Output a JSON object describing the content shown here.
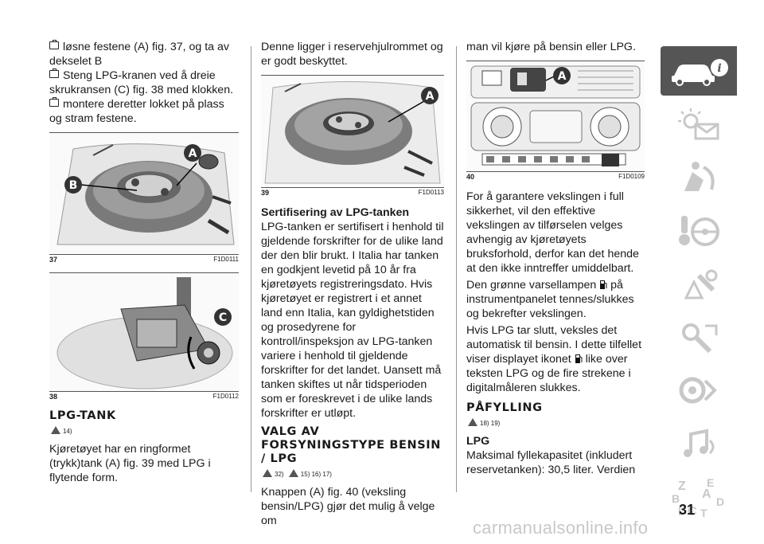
{
  "col1": {
    "steps": [
      "løsne festene (A) fig. 37, og ta av dekselet B",
      "Steng LPG-kranen ved å dreie skrukransen (C) fig. 38 med klokken.",
      "montere deretter lokket på plass og stram festene."
    ],
    "fig37": {
      "num": "37",
      "code": "F1D0111",
      "label_a": "A",
      "label_b": "B"
    },
    "fig38": {
      "num": "38",
      "code": "F1D0112",
      "label_c": "C"
    },
    "heading": "LPG-TANK",
    "warn_ref": "14)",
    "paragraph": "Kjøretøyet har en ringformet (trykk)tank (A) fig. 39 med LPG i flytende form."
  },
  "col2": {
    "intro": "Denne ligger i reservehjulrommet og er godt beskyttet.",
    "fig39": {
      "num": "39",
      "code": "F1D0113",
      "label_a": "A"
    },
    "subheading": "Sertifisering av LPG-tanken",
    "paragraph": "LPG-tanken er sertifisert i henhold til gjeldende forskrifter for de ulike land der den blir brukt. I Italia har tanken en godkjent levetid på 10 år fra kjøretøyets registreringsdato. Hvis kjøretøyet er registrert i et annet land enn Italia, kan gyldighetstiden og prosedyrene for kontroll/inspeksjon av LPG-tanken variere i henhold til gjeldende forskrifter for det landet. Uansett må tanken skiftes ut når tidsperioden som er foreskrevet i de ulike lands forskrifter er utløpt.",
    "heading": "VALG AV FORSYNINGSTYPE BENSIN / LPG",
    "warn_ref_1": "32)",
    "warn_ref_2": "15) 16) 17)",
    "paragraph2": "Knappen (A) fig. 40 (veksling bensin/LPG) gjør det mulig å velge om"
  },
  "col3": {
    "intro": "man vil kjøre på bensin eller LPG.",
    "fig40": {
      "num": "40",
      "code": "F1D0109",
      "label_a": "A"
    },
    "p1": "For å garantere vekslingen i full sikkerhet, vil den effektive vekslingen av tilførselen velges avhengig av kjøretøyets bruksforhold, derfor kan det hende at den ikke inntreffer umiddelbart.",
    "p2_a": "Den grønne varsellampen",
    "p2_b": "på instrumentpanelet tennes/slukkes og bekrefter vekslingen.",
    "p3_a": "Hvis LPG tar slutt, veksles det automatisk til bensin. I dette tilfellet viser displayet ikonet",
    "p3_b": "like over teksten LPG og de fire strekene i digitalmåleren slukkes.",
    "heading": "PÅFYLLING",
    "warn_ref": "18) 19)",
    "subheading": "LPG",
    "p4": "Maksimal fyllekapasitet (inkludert reservetanken): 30,5 liter. Verdien"
  },
  "sidebar": {
    "tabs": [
      "car-info-icon",
      "warning-lights-icon",
      "safety-icon",
      "start-drive-icon",
      "emergency-icon",
      "maintenance-icon",
      "technical-data-icon",
      "multimedia-icon",
      "index-icon"
    ],
    "index_letters": [
      "Z",
      "E",
      "A",
      "B",
      "D",
      "I",
      "C",
      "T"
    ]
  },
  "page_number": "31",
  "watermark": "carmanualsonline.info",
  "colors": {
    "accent": "#555555",
    "text": "#1a1a1a",
    "sidebar_icon": "#c8c8c8"
  }
}
